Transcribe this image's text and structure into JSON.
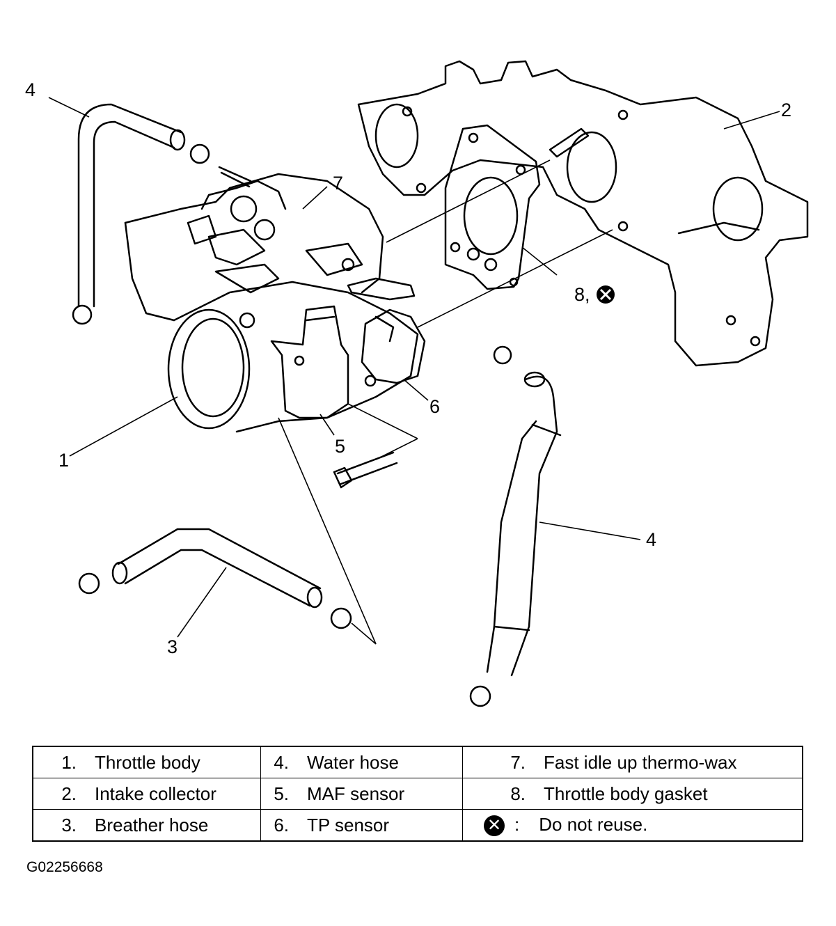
{
  "callouts": [
    "1",
    "2",
    "3",
    "4",
    "4",
    "5",
    "6",
    "7",
    "8,"
  ],
  "legend": {
    "rows": [
      [
        {
          "num": "1.",
          "text": "Throttle body"
        },
        {
          "num": "4.",
          "text": "Water hose"
        },
        {
          "num": "7.",
          "text": "Fast idle up thermo-wax"
        }
      ],
      [
        {
          "num": "2.",
          "text": "Intake collector"
        },
        {
          "num": "5.",
          "text": "MAF sensor"
        },
        {
          "num": "8.",
          "text": "Throttle body gasket"
        }
      ],
      [
        {
          "num": "3.",
          "text": "Breather hose"
        },
        {
          "num": "6.",
          "text": "TP sensor"
        },
        {
          "num": ":",
          "text": "Do not reuse."
        }
      ]
    ]
  },
  "figure_code": "G02256668",
  "colors": {
    "line": "#000000",
    "background": "#ffffff"
  },
  "icons": {
    "do_not_reuse": "circle-x-icon"
  }
}
